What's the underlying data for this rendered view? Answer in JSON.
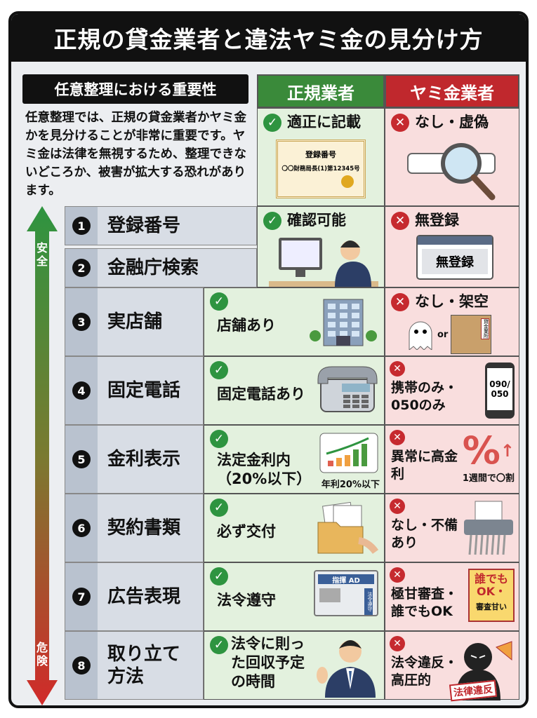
{
  "title": "正規の貸金業者と違法ヤミ金の見分け方",
  "intro": {
    "heading": "任意整理における重要性",
    "text": "任意整理では、正規の貸金業者かヤミ金かを見分けることが非常に重要です。ヤミ金は法律を無視するため、整理できないどころか、被害が拡大する恐れがあります。"
  },
  "columns": {
    "legit": "正規業者",
    "illegal": "ヤミ金業者"
  },
  "arrow": {
    "top": "安全",
    "bottom": "危険"
  },
  "colors": {
    "legit": "#3a8a3a",
    "illegal": "#c0282d"
  },
  "top_cells": {
    "legit_1": {
      "text": "適正に記載",
      "cert_title": "登録番号",
      "cert_number": "〇〇財務局長(1)第12345号"
    },
    "illegal_1": {
      "text": "なし・虚偽"
    },
    "legit_2": {
      "text": "確認可能"
    },
    "illegal_2": {
      "text": "無登録",
      "window_text": "無登録"
    }
  },
  "rows": [
    {
      "num": "1",
      "label": "登録番号"
    },
    {
      "num": "2",
      "label": "金融庁検索"
    },
    {
      "num": "3",
      "label": "実店舗",
      "legit": "店舗あり",
      "illegal": "なし・架空",
      "illegal_caption": "or",
      "sign": "貸金業所"
    },
    {
      "num": "4",
      "label": "固定電話",
      "legit": "固定電話あり",
      "illegal": "携帯のみ・050のみ",
      "phone_text": "090/050"
    },
    {
      "num": "5",
      "label": "金利表示",
      "legit": "法定金利内（20%以下）",
      "legit_caption": "年利20%以下",
      "illegal": "異常に高金利",
      "illegal_caption": "1週間で〇割"
    },
    {
      "num": "6",
      "label": "契約書類",
      "legit": "必ず交付",
      "illegal": "なし・不備あり"
    },
    {
      "num": "7",
      "label": "広告表現",
      "legit": "法令遵守",
      "paper_head": "指揮 AD",
      "paper_side": "法令遵守",
      "illegal": "極甘審査・誰でもOK",
      "ad_text": "誰でもOK・",
      "ad_sub": "審査甘い"
    },
    {
      "num": "8",
      "label": "取り立て方法",
      "legit": "法令に則った回収予定の時間",
      "illegal": "法令違反・高圧的",
      "stamp": "法律違反"
    }
  ]
}
